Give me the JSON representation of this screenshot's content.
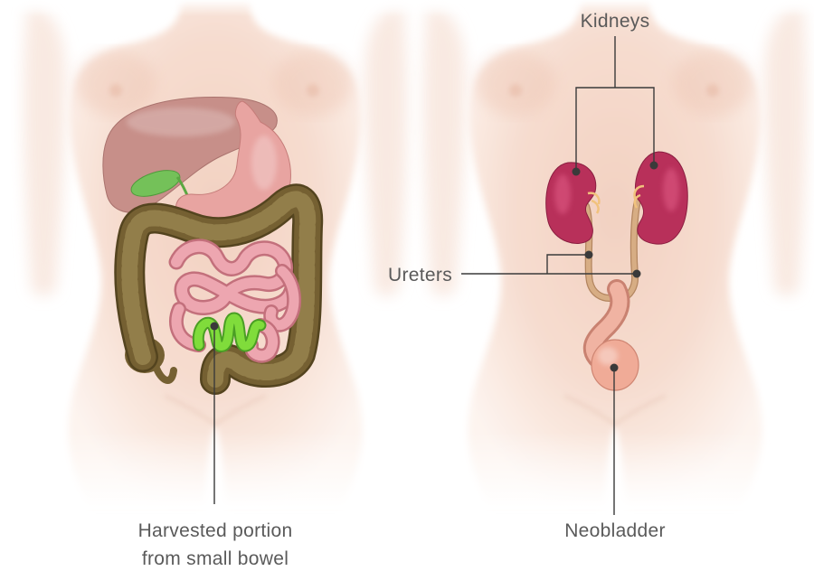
{
  "figure": {
    "labels": {
      "kidneys": "Kidneys",
      "ureters": "Ureters",
      "harvested": [
        "Harvested portion",
        "from small bowel"
      ],
      "neobladder": "Neobladder"
    }
  },
  "colors": {
    "background": "#ffffff",
    "skin": "#f6dccf",
    "label_text": "#5a5a5a",
    "leader_line": "#3a3a3a",
    "liver": "#c78f89",
    "stomach": "#e8a4a1",
    "gallbladder": "#74c159",
    "large_intestine": "#756032",
    "small_intestine": "#eda6b0",
    "harvested_segment": "#80dc3b",
    "kidney": "#b8305a",
    "ureter": "#d7ad84",
    "neobladder": "#f0ab97"
  }
}
